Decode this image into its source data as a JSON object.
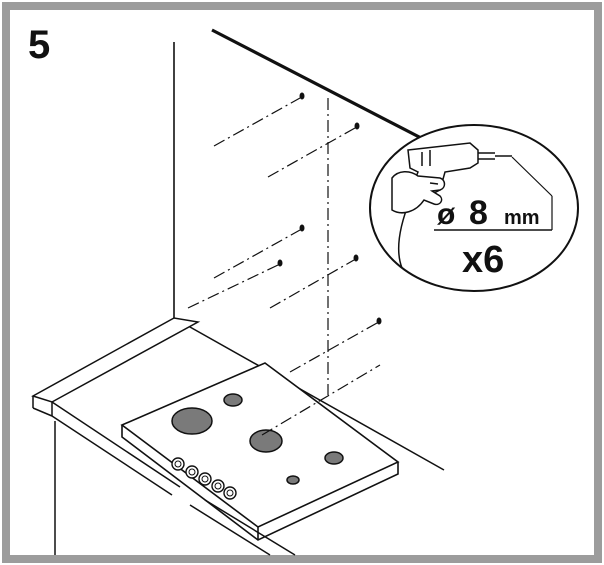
{
  "step": {
    "number": "5"
  },
  "callout": {
    "diameter_symbol": "ø",
    "diameter_value": "8",
    "unit": "mm",
    "quantity": "x6"
  },
  "colors": {
    "frame_border": "#9c9c9c",
    "line": "#111111",
    "burner_fill": "#7a7a7a"
  },
  "icons": {
    "drill": "drill-icon",
    "hand": "hand-icon"
  }
}
